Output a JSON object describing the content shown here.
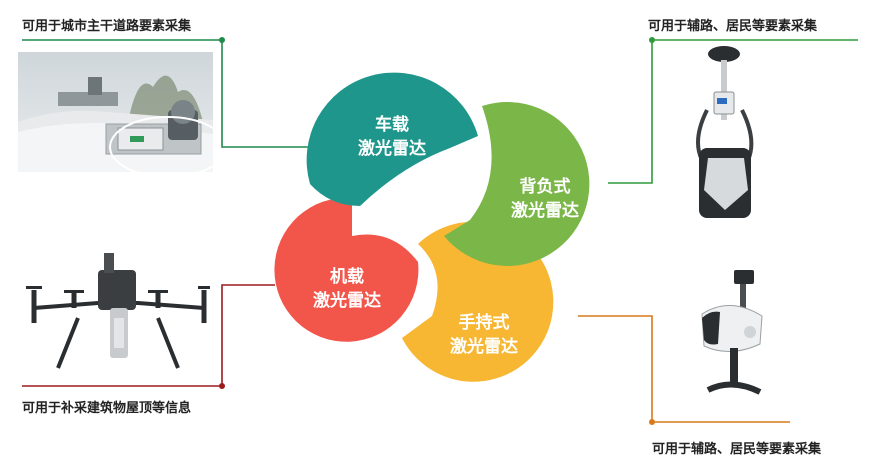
{
  "diagram": {
    "petals": [
      {
        "id": "vehicle",
        "line1": "车载",
        "line2": "激光雷达",
        "color": "#1f968c"
      },
      {
        "id": "backpack",
        "line1": "背负式",
        "line2": "激光雷达",
        "color": "#7ab648"
      },
      {
        "id": "airborne",
        "line1": "机载",
        "line2": "激光雷达",
        "color": "#f2564b"
      },
      {
        "id": "handheld",
        "line1": "手持式",
        "line2": "激光雷达",
        "color": "#f7b733"
      }
    ],
    "captions": {
      "vehicle": "可用于城市主干道路要素采集",
      "backpack": "可用于辅路、居民等要素采集",
      "airborne": "可用于补采建筑物屋顶等信息",
      "handheld": "可用于辅路、居民等要素采集"
    },
    "connector_colors": {
      "vehicle": "#1f8a4a",
      "backpack": "#2f9a3a",
      "airborne": "#9c1c1c",
      "handheld": "#d97a1a"
    },
    "photos": {
      "vehicle": "vehicle-lidar-photo",
      "backpack": "backpack-lidar-photo",
      "airborne": "drone-lidar-photo",
      "handheld": "handheld-lidar-photo"
    }
  }
}
